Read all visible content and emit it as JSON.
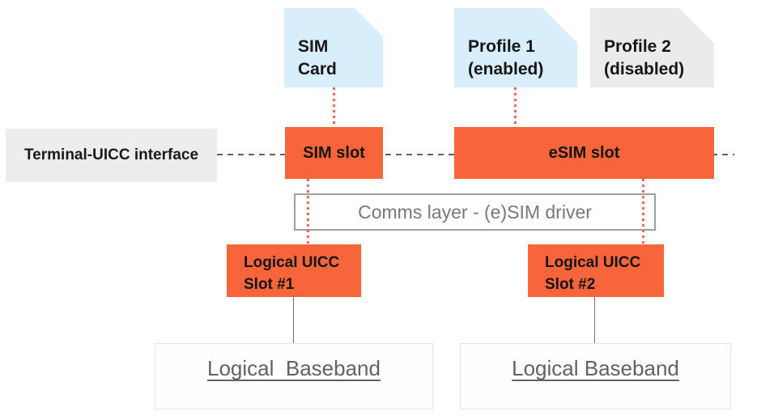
{
  "colors": {
    "slot_orange": "#F9653B",
    "card_blue": "#D9EEFB",
    "card_gray": "#EBEBEB",
    "interface_box_gray": "#EDEDED",
    "dotted_connector_red": "#F0685A",
    "dashed_line_gray": "#5F6368",
    "comms_border_gray": "#9E9E9E",
    "baseband_text_gray": "#5F6368"
  },
  "cards": {
    "sim_card": {
      "line1": "SIM",
      "line2": "Card"
    },
    "profile1": {
      "line1": "Profile 1",
      "line2": "(enabled)"
    },
    "profile2": {
      "line1": "Profile 2",
      "line2": "(disabled)"
    }
  },
  "interface": {
    "label": "Terminal-UICC interface"
  },
  "slots": {
    "sim_slot": "SIM slot",
    "esim_slot": "eSIM slot"
  },
  "comms": {
    "label": "Comms layer - (e)SIM driver"
  },
  "logical_slots": {
    "slot1": {
      "line1": "Logical UICC",
      "line2": "Slot #1"
    },
    "slot2": {
      "line1": "Logical UICC",
      "line2": "Slot #2"
    }
  },
  "basebands": {
    "baseband1": "Logical  Baseband",
    "baseband2": "Logical Baseband"
  },
  "connections": [
    "sim-card to sim-slot (red dotted)",
    "sim-slot to logical-uicc-slot-1 (red dotted)",
    "profile-1 to esim-slot (red dotted)",
    "esim-slot to logical-uicc-slot-2 (red dotted)",
    "terminal-uicc-interface dashed line across sim-slot and esim-slot",
    "logical-uicc-slot-1 to logical-baseband-1 (solid gray)",
    "logical-uicc-slot-2 to logical-baseband-2 (solid gray)"
  ]
}
